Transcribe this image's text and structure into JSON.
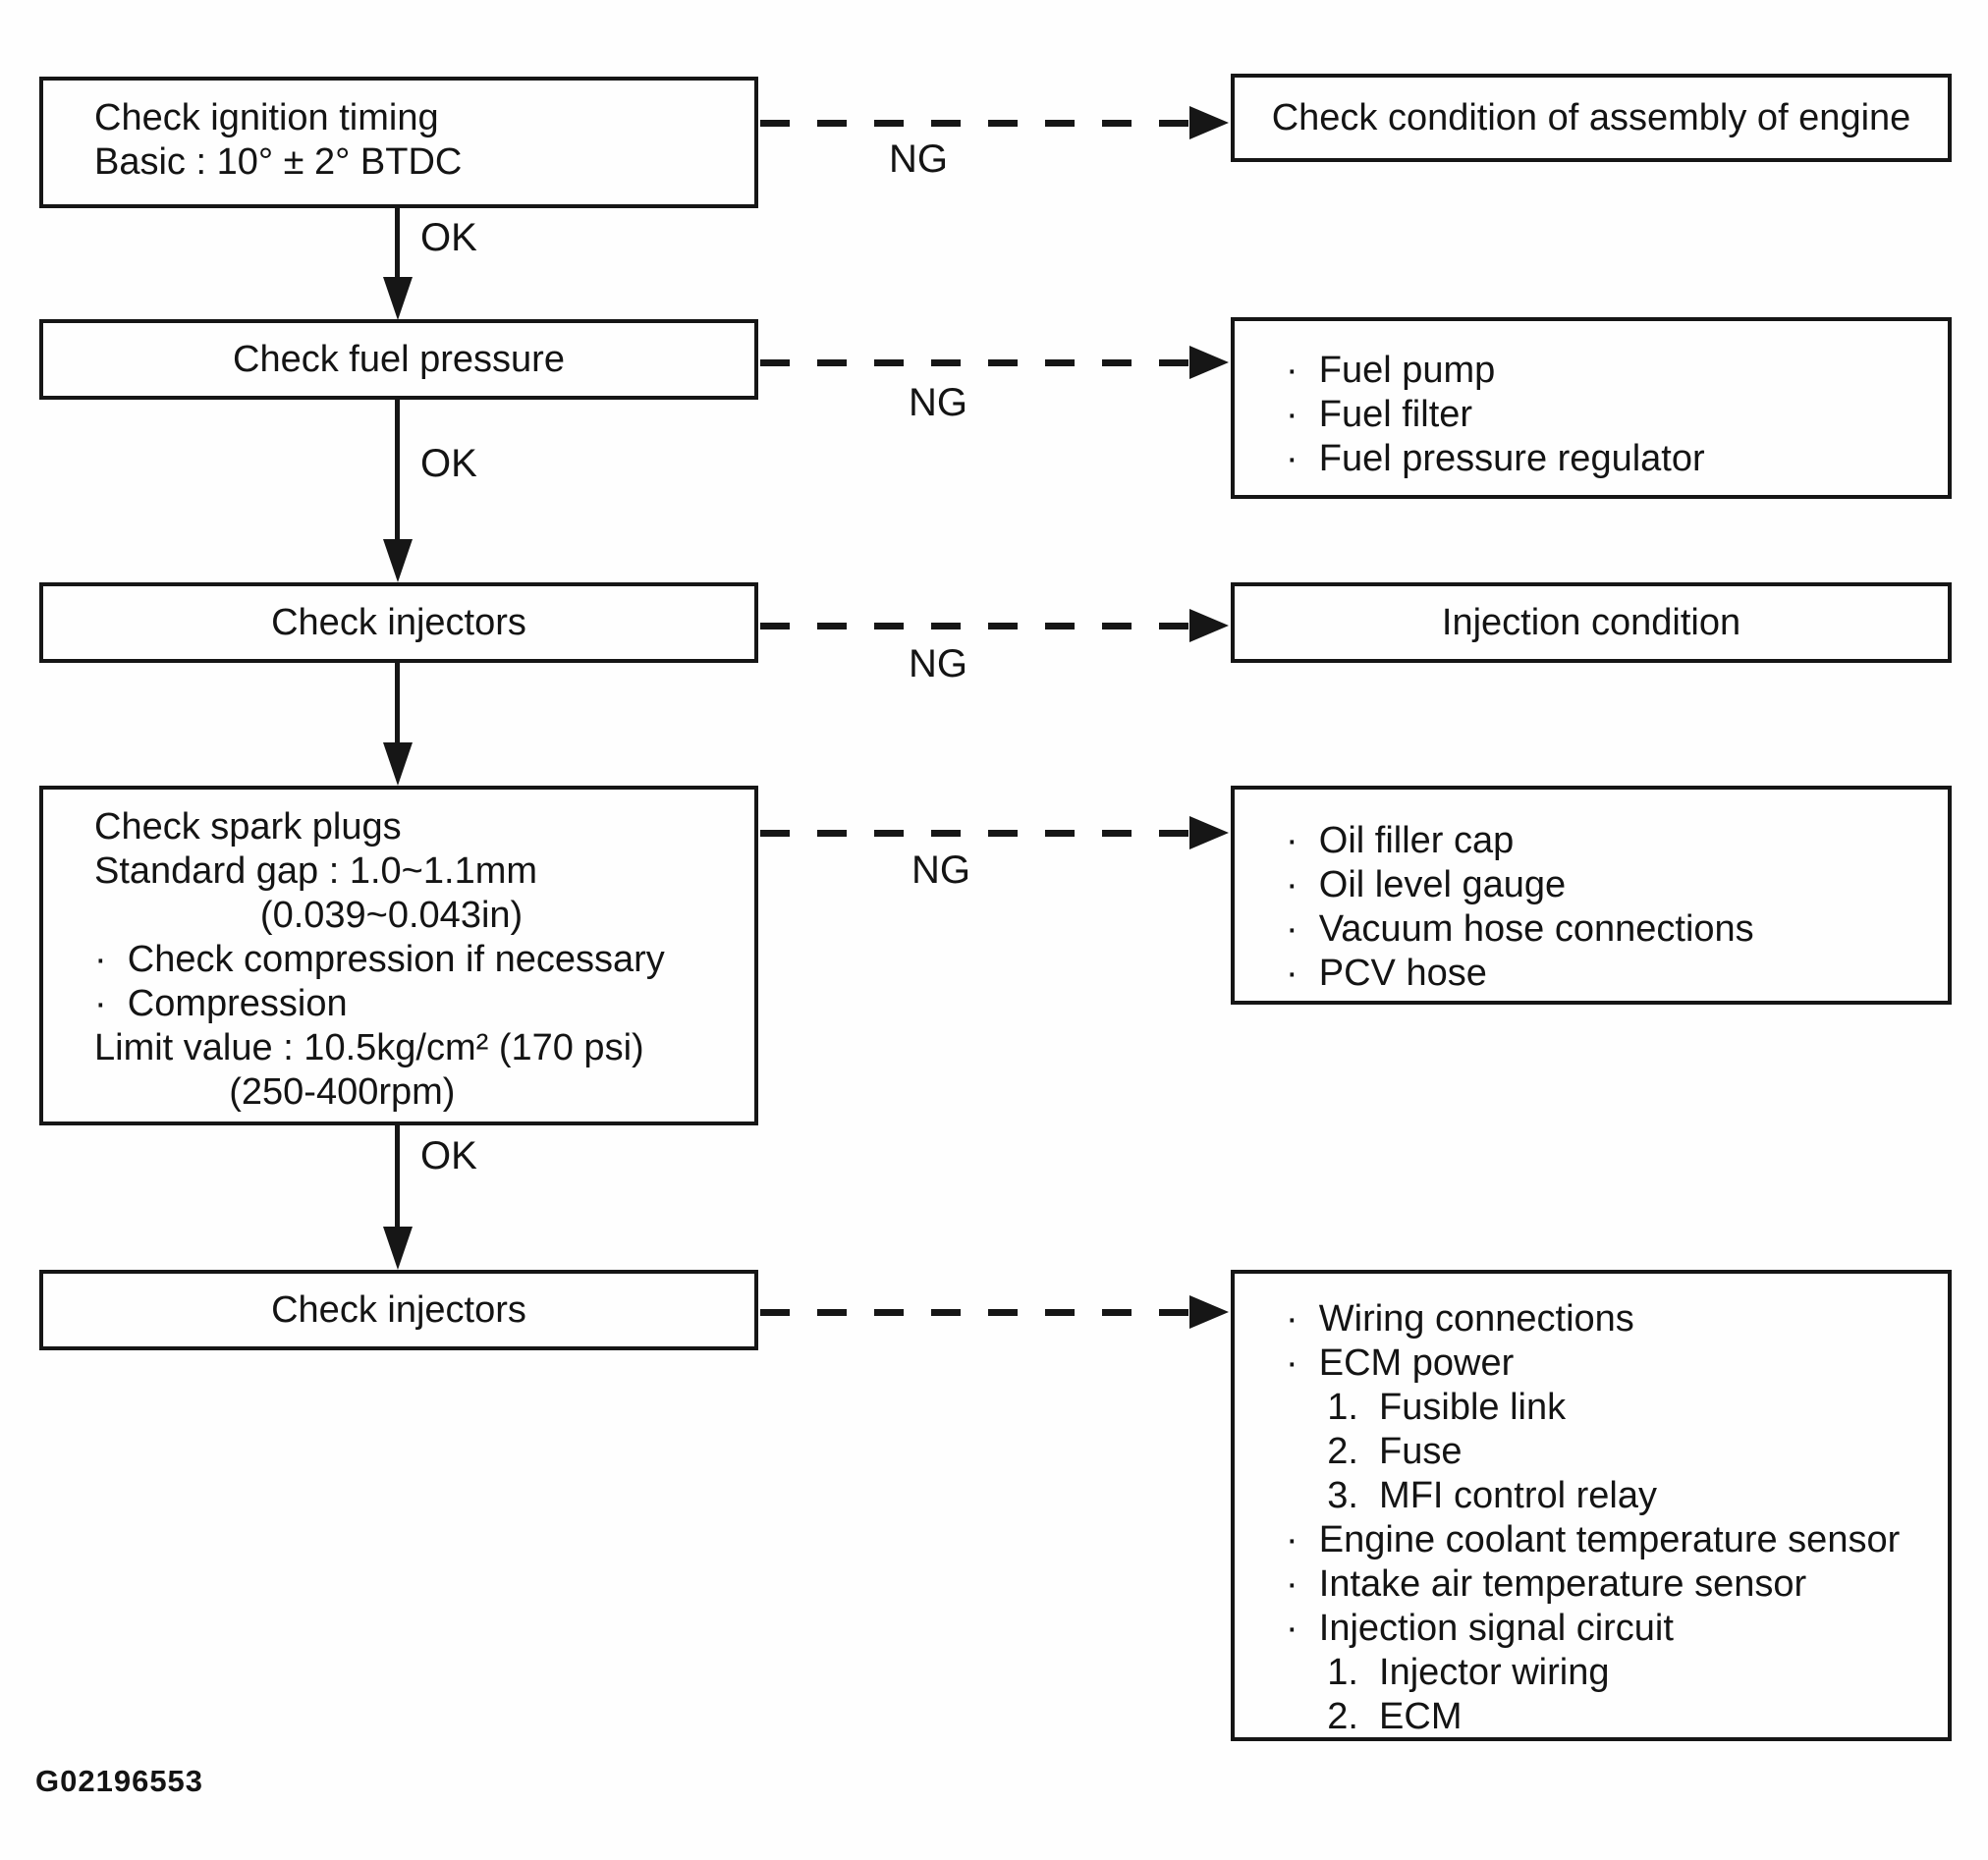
{
  "diagram": {
    "figure_id": "G02196553",
    "labels": {
      "ok": "OK",
      "ng": "NG"
    },
    "steps": [
      {
        "id": "check-ignition-timing",
        "lines": [
          "Check ignition timing",
          "Basic : 10° ± 2° BTDC"
        ]
      },
      {
        "id": "check-fuel-pressure",
        "lines": [
          "Check fuel pressure"
        ]
      },
      {
        "id": "check-injectors-1",
        "lines": [
          "Check injectors"
        ]
      },
      {
        "id": "check-spark-plugs",
        "lines": [
          "Check spark plugs",
          "Standard gap : 1.0~1.1mm",
          "                (0.039~0.043in)",
          "·  Check compression if necessary",
          "·  Compression",
          "Limit value : 10.5kg/cm² (170 psi)",
          "             (250-400rpm)"
        ]
      },
      {
        "id": "check-injectors-2",
        "lines": [
          "Check injectors"
        ]
      }
    ],
    "results": [
      {
        "id": "engine-assembly",
        "lines": [
          "Check condition of assembly of engine"
        ]
      },
      {
        "id": "fuel-system",
        "lines": [
          "·  Fuel pump",
          "·  Fuel filter",
          "·  Fuel pressure regulator"
        ]
      },
      {
        "id": "injection-condition",
        "lines": [
          "Injection condition"
        ]
      },
      {
        "id": "engine-sealing",
        "lines": [
          "·  Oil filler cap",
          "·  Oil level gauge",
          "·  Vacuum hose connections",
          "·  PCV hose"
        ]
      },
      {
        "id": "electrical-system",
        "lines": [
          "·  Wiring connections",
          "·  ECM power",
          "    1.  Fusible link",
          "    2.  Fuse",
          "    3.  MFI control relay",
          "·  Engine coolant temperature sensor",
          "·  Intake air temperature sensor",
          "·  Injection signal circuit",
          "    1.  Injector wiring",
          "    2.  ECM"
        ]
      }
    ]
  }
}
